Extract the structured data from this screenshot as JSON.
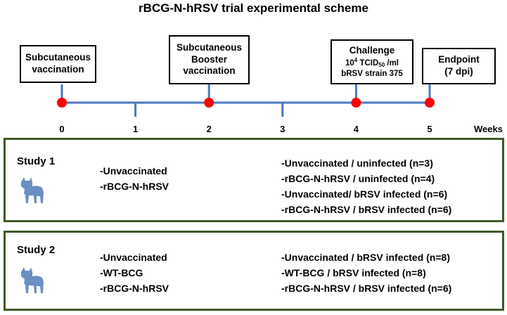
{
  "title": "rBCG-N-hRSV trial experimental scheme",
  "events": {
    "vaccination": [
      "Subcutaneous",
      "vaccination"
    ],
    "booster": [
      "Subcutaneous",
      "Booster",
      "vaccination"
    ],
    "challenge": {
      "line1": "Challenge",
      "dose_exp": "4",
      "dose_base": "10",
      "dose_unit_pre": "TCID",
      "dose_sub": "50",
      "dose_unit_post": "/ml",
      "line3": "bRSV strain 375"
    },
    "endpoint": [
      "Endpoint",
      "(7 dpi)"
    ]
  },
  "timeline": {
    "ticks": [
      "0",
      "1",
      "2",
      "3",
      "4",
      "5"
    ],
    "unit": "Weeks",
    "event_weeks": [
      0,
      2,
      4,
      5
    ],
    "colors": {
      "line": "#4a78c2",
      "marker": "#ff0000"
    }
  },
  "studies": [
    {
      "title": "Study 1",
      "vaccines": [
        "-Unvaccinated",
        "-rBCG-N-hRSV"
      ],
      "groups": [
        "-Unvaccinated / uninfected (n=3)",
        "-rBCG-N-hRSV / uninfected (n=4)",
        "-Unvaccinated/ bRSV infected (n=6)",
        "-rBCG-N-hRSV / bRSV infected (n=6)"
      ]
    },
    {
      "title": "Study 2",
      "vaccines": [
        "-Unvaccinated",
        "-WT-BCG",
        "-rBCG-N-hRSV"
      ],
      "groups": [
        "-Unvaccinated / bRSV infected (n=8)",
        "-WT-BCG / bRSV infected (n=8)",
        "-rBCG-N-hRSV / bRSV infected (n=6)"
      ]
    }
  ],
  "icons": {
    "calf": "calf-icon",
    "calf_color": "#6b8ec4"
  },
  "panel_border_color": "#3d5a27"
}
